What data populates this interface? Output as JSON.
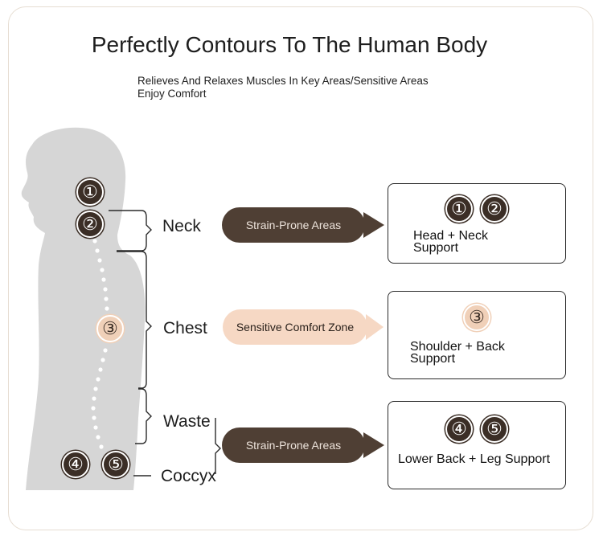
{
  "title": "Perfectly Contours To The Human Body",
  "subtitle": {
    "line1": "Relieves And Relaxes Muscles In Key Areas/Sensitive Areas",
    "line2": "Enjoy Comfort"
  },
  "body_points": [
    {
      "num": "①",
      "style": "dark"
    },
    {
      "num": "②",
      "style": "dark"
    },
    {
      "num": "③",
      "style": "light"
    },
    {
      "num": "④",
      "style": "dark"
    },
    {
      "num": "⑤",
      "style": "dark"
    }
  ],
  "regions": {
    "neck": "Neck",
    "chest": "Chest",
    "waste": "Waste",
    "coccyx": "Coccyx"
  },
  "arrows": [
    {
      "label": "Strain-Prone Areas",
      "style": "dark"
    },
    {
      "label": "Sensitive Comfort Zone",
      "style": "light"
    },
    {
      "label": "Strain-Prone Areas",
      "style": "dark"
    }
  ],
  "cards": [
    {
      "nums": [
        "①",
        "②"
      ],
      "label": "Head + Neck Support"
    },
    {
      "nums": [
        "③"
      ],
      "label": "Shoulder + Back Support"
    },
    {
      "nums": [
        "④",
        "⑤"
      ],
      "label": "Lower Back + Leg Support"
    }
  ],
  "colors": {
    "dark_brown": "#3b2e26",
    "arrow_dark": "#4f3f34",
    "peach": "#f0d0b8",
    "silhouette": "#d6d6d6"
  }
}
